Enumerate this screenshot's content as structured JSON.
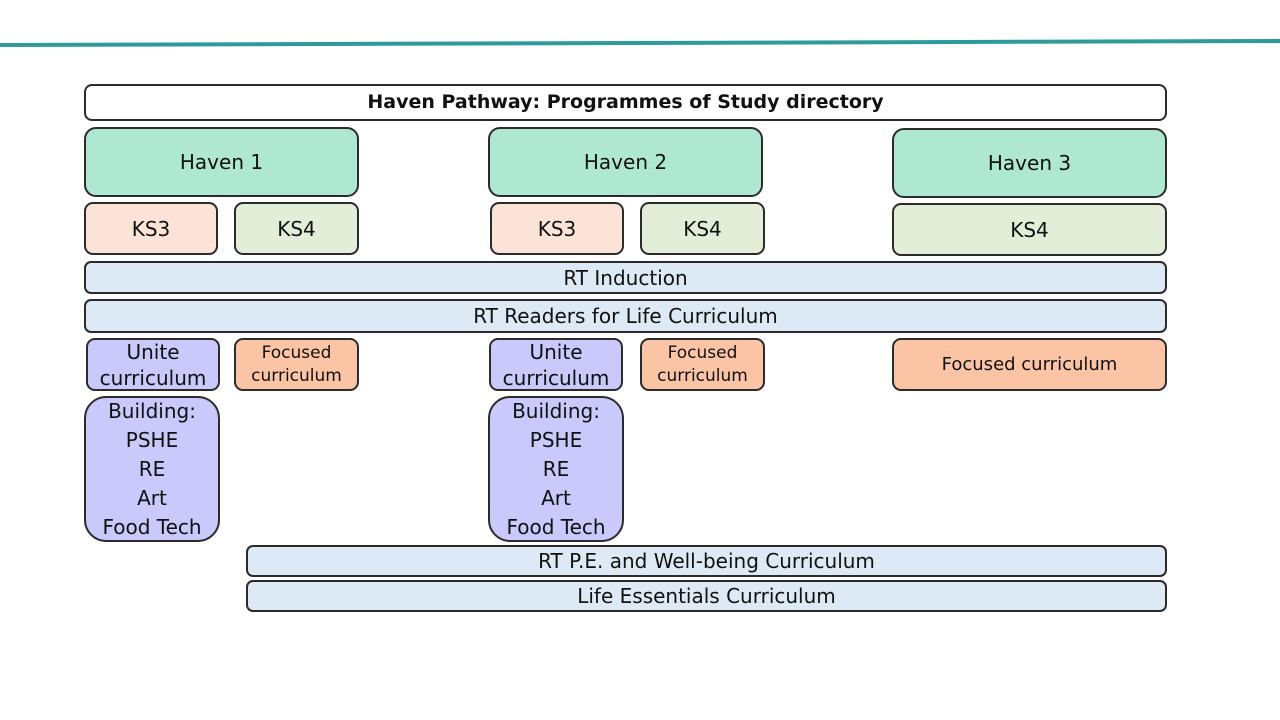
{
  "title": "Haven Pathway: Programmes of Study directory",
  "colors": {
    "accent_line": "#2e9a9a",
    "haven_fill": "#afe8d2",
    "ks3_fill": "#fbe3d8",
    "ks4_fill": "#e3eed8",
    "band_fill": "#dde9f4",
    "unite_fill": "#c9c9fb",
    "focused_fill": "#fbc4a4"
  },
  "havens": [
    {
      "label": "Haven 1",
      "ks3": "KS3",
      "ks4": "KS4",
      "unite": [
        "Unite",
        "curriculum"
      ],
      "focused": [
        "Focused",
        "curriculum"
      ],
      "building": [
        "Building:",
        "PSHE",
        "RE",
        "Art",
        "Food Tech"
      ]
    },
    {
      "label": "Haven 2",
      "ks3": "KS3",
      "ks4": "KS4",
      "unite": [
        "Unite",
        "curriculum"
      ],
      "focused": [
        "Focused",
        "curriculum"
      ],
      "building": [
        "Building:",
        "PSHE",
        "RE",
        "Art",
        "Food Tech"
      ]
    },
    {
      "label": "Haven 3",
      "ks4": "KS4",
      "focused": "Focused curriculum"
    }
  ],
  "bands": {
    "induction": "RT Induction",
    "readers": "RT Readers for Life Curriculum",
    "pe": "RT P.E. and Well-being Curriculum",
    "life": "Life Essentials Curriculum"
  }
}
